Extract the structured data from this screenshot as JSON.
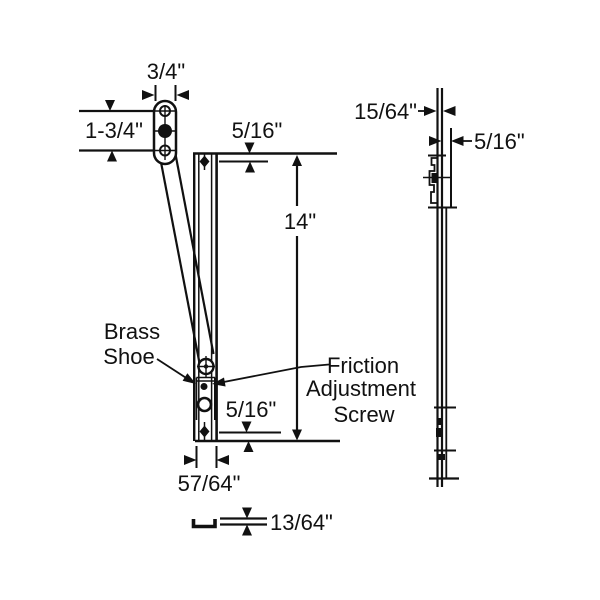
{
  "diagram": {
    "title": "window hinge friction arm technical drawing",
    "colors": {
      "line": "#111111",
      "background": "#ffffff"
    },
    "labels": {
      "arm_bracket_width": "3/4\"",
      "bracket_hole_spacing": "1-3/4\"",
      "top_hole_offset": "5/16\"",
      "track_length": "14\"",
      "brass_shoe_line1": "Brass",
      "brass_shoe_line2": "Shoe",
      "friction_line1": "Friction",
      "friction_line2": "Adjustment",
      "friction_line3": "Screw",
      "bottom_hole_offset": "5/16\"",
      "track_width": "57/64\"",
      "channel_thickness": "13/64\"",
      "side_profile_width": "15/64\"",
      "side_profile_depth": "5/16\""
    }
  }
}
